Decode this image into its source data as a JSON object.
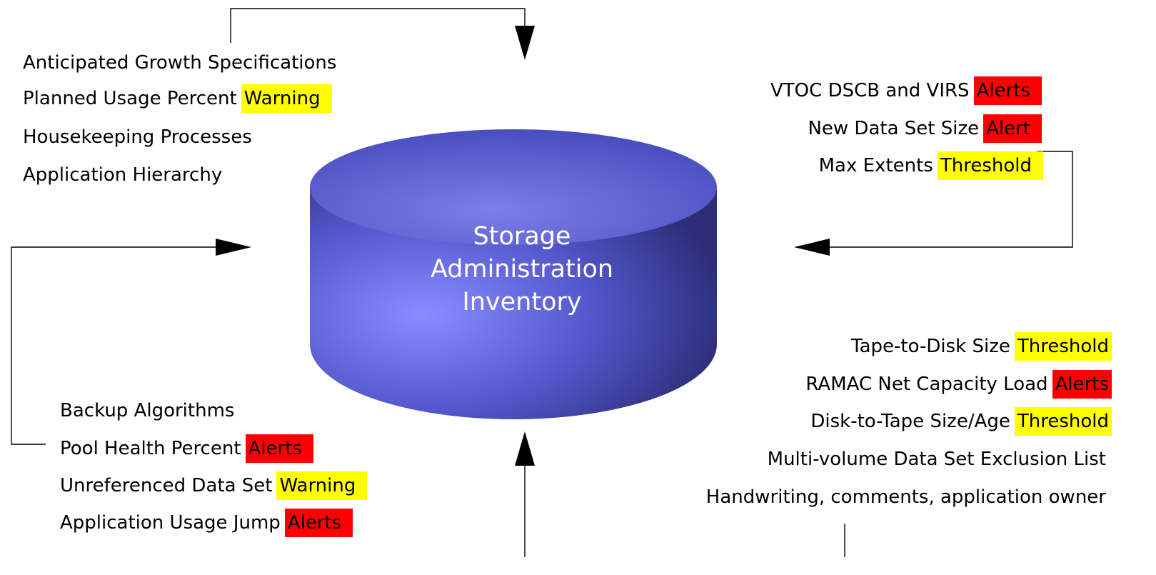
{
  "center": {
    "lines": [
      "Storage",
      "Administration",
      "Inventory"
    ]
  },
  "colors": {
    "alert": "#ff0000",
    "warning": "#ffff00",
    "cylinder": "#5c5fd6"
  },
  "top_left": [
    {
      "text": "Anticipated Growth Specifications"
    },
    {
      "text": "Planned Usage Percent",
      "tag": "Warning",
      "tag_type": "warning"
    },
    {
      "text": "Housekeeping Processes"
    },
    {
      "text": "Application Hierarchy"
    }
  ],
  "top_right": [
    {
      "text": "VTOC DSCB and VIRS",
      "tag": "Alerts",
      "tag_type": "alert"
    },
    {
      "text": "New Data Set Size",
      "tag": "Alert",
      "tag_type": "alert"
    },
    {
      "text": "Max Extents",
      "tag": "Threshold",
      "tag_type": "warning"
    }
  ],
  "bottom_left": [
    {
      "text": "Backup Algorithms"
    },
    {
      "text": "Pool Health Percent",
      "tag": "Alerts",
      "tag_type": "alert"
    },
    {
      "text": "Unreferenced Data Set",
      "tag": "Warning",
      "tag_type": "warning"
    },
    {
      "text": "Application Usage Jump",
      "tag": "Alerts",
      "tag_type": "alert"
    }
  ],
  "bottom_right": [
    {
      "text": "Tape-to-Disk Size",
      "tag": "Threshold",
      "tag_type": "warning"
    },
    {
      "text": "RAMAC Net Capacity Load",
      "tag": "Alerts",
      "tag_type": "alert"
    },
    {
      "text": "Disk-to-Tape Size/Age",
      "tag": "Threshold",
      "tag_type": "warning"
    },
    {
      "text": "Multi-volume Data Set Exclusion List"
    },
    {
      "text": "Handwriting, comments, application owner"
    }
  ]
}
